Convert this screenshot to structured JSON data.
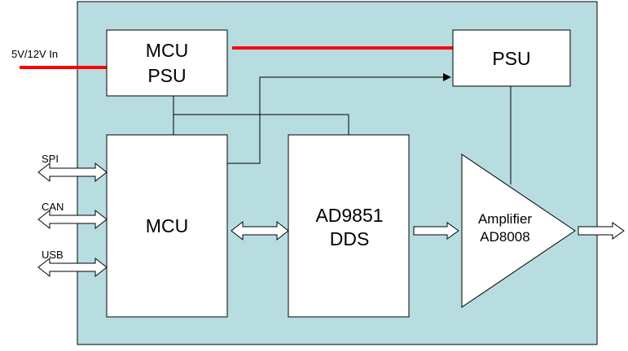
{
  "colors": {
    "board_fill": "#b7dde1",
    "block_fill": "#ffffff",
    "outline": "#000000",
    "power_line": "#ff0000"
  },
  "input": {
    "label": "5V/12V In"
  },
  "blocks": {
    "mcu_psu": {
      "line1": "MCU",
      "line2": "PSU"
    },
    "psu": {
      "label": "PSU"
    },
    "mcu": {
      "label": "MCU"
    },
    "dds": {
      "line1": "AD9851",
      "line2": "DDS"
    },
    "amplifier": {
      "line1": "Amplifier",
      "line2": "AD8008"
    }
  },
  "interfaces": [
    {
      "label": "SPI"
    },
    {
      "label": "CAN"
    },
    {
      "label": "USB"
    }
  ]
}
